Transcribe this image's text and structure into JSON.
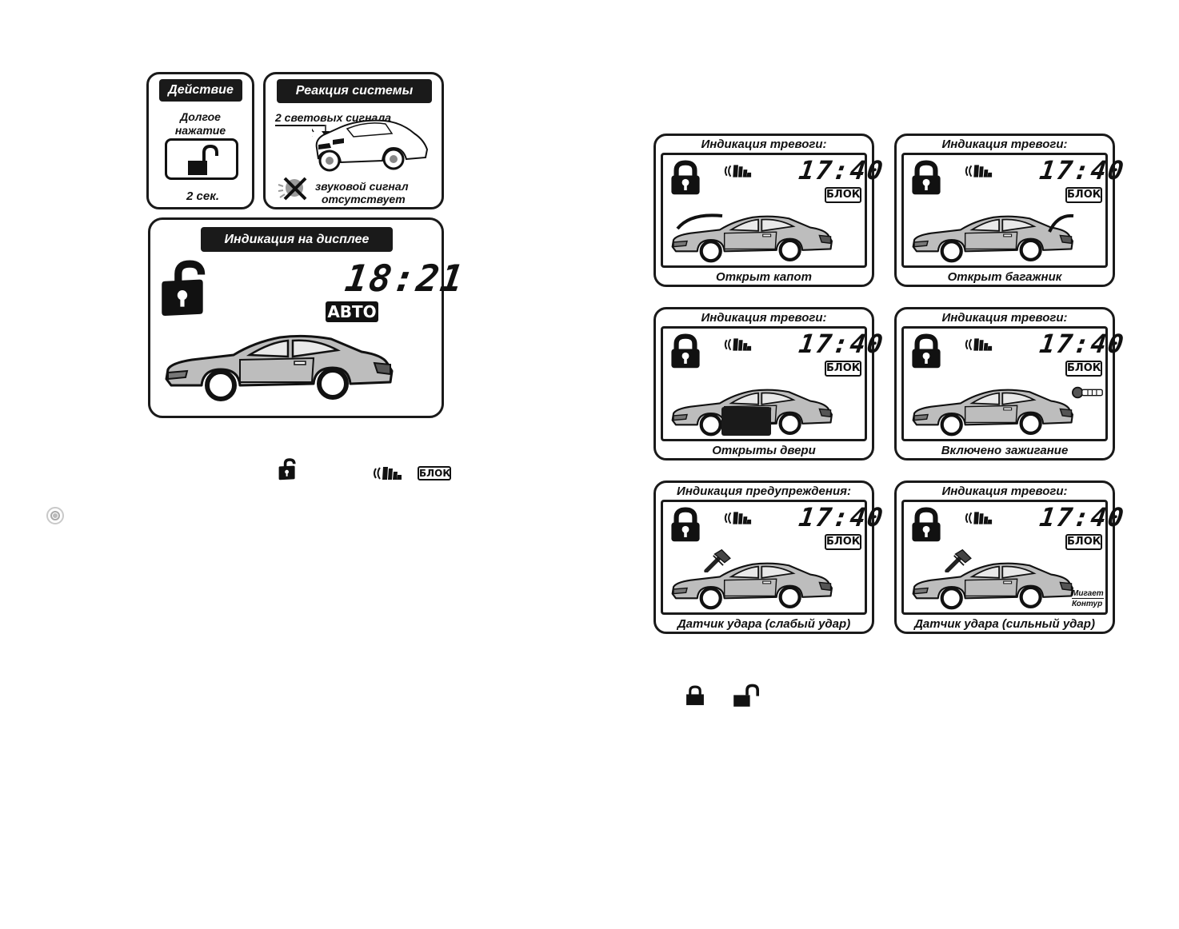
{
  "left": {
    "action_box": {
      "title": "Действие",
      "line1": "Долгое",
      "line2": "нажатие",
      "duration": "2 сек.",
      "icon": "unlock-button-icon"
    },
    "reaction_box": {
      "title": "Реакция системы",
      "light_signals": "2 световых сигнала",
      "sound_line1": "звуковой сигнал",
      "sound_line2": "отсутствует",
      "icons": [
        "car-icon",
        "no-siren-icon"
      ]
    },
    "display_box": {
      "title": "Индикация на дисплее",
      "time": "18:21",
      "mode_badge": "АВТО",
      "icons": [
        "padlock-open-icon",
        "car-icon"
      ]
    },
    "legend_row": {
      "icons": [
        "padlock-open-small-icon",
        "sensor-wave-icon"
      ],
      "badge": "БЛОК"
    }
  },
  "right": {
    "panels": [
      {
        "title": "Индикация тревоги:",
        "time": "17:40",
        "badge": "БЛОК",
        "caption": "Открыт капот",
        "variant": "hood"
      },
      {
        "title": "Индикация тревоги:",
        "time": "17:40",
        "badge": "БЛОК",
        "caption": "Открыт багажник",
        "variant": "trunk"
      },
      {
        "title": "Индикация тревоги:",
        "time": "17:40",
        "badge": "БЛОК",
        "caption": "Открыты двери",
        "variant": "doors"
      },
      {
        "title": "Индикация тревоги:",
        "time": "17:40",
        "badge": "БЛОК",
        "caption": "Включено зажигание",
        "variant": "ignition"
      },
      {
        "title": "Индикация предупреждения:",
        "time": "17:40",
        "badge": "БЛОК",
        "caption": "Датчик удара (слабый удар)",
        "variant": "shock"
      },
      {
        "title": "Индикация тревоги:",
        "time": "17:40",
        "badge": "БЛОК",
        "caption": "Датчик удара (сильный удар)",
        "variant": "shock-strong",
        "note1": "Мигает",
        "note2": "Контур"
      }
    ],
    "bottom_icons": [
      "padlock-closed-icon",
      "padlock-open-icon"
    ]
  }
}
